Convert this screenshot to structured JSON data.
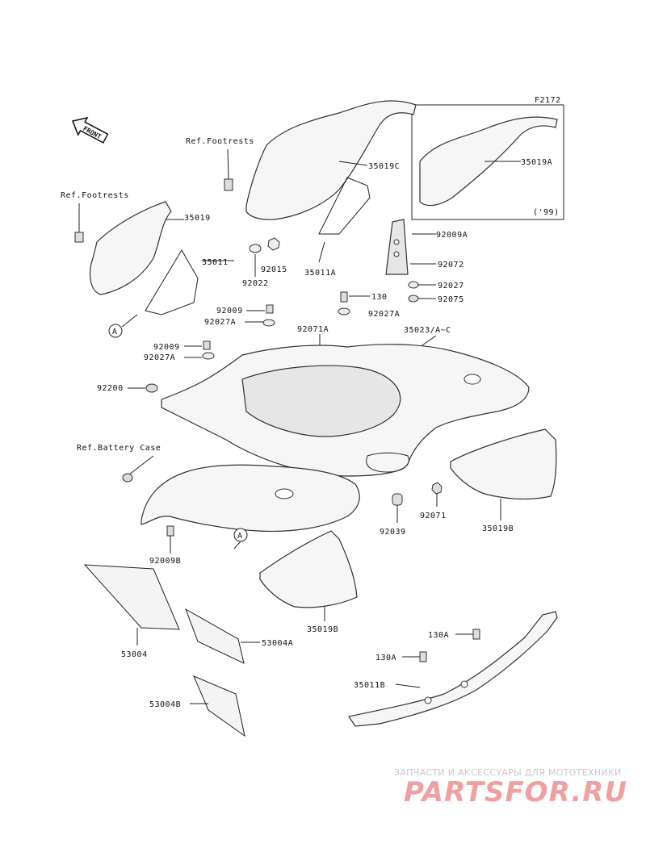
{
  "diagram": {
    "figure_code": "F2172",
    "inset_note": "('99)",
    "front_arrow": "FRONT",
    "callout_a": "A",
    "refs": {
      "footrests_top": "Ref.Footrests",
      "footrests_left": "Ref.Footrests",
      "battery_case": "Ref.Battery Case"
    },
    "parts": {
      "p35019C": "35019C",
      "p35019A": "35019A",
      "p35019": "35019",
      "p35011": "35011",
      "p92015": "92015",
      "p92022": "92022",
      "p35011A": "35011A",
      "p92009A": "92009A",
      "p92072": "92072",
      "p92027": "92027",
      "p92075": "92075",
      "p130": "130",
      "p92027A_top": "92027A",
      "p92009_a": "92009",
      "p92027A_a": "92027A",
      "p92071A": "92071A",
      "p35023": "35023/A~C",
      "p92009_b": "92009",
      "p92027A_b": "92027A",
      "p92200": "92200",
      "p92071": "92071",
      "p92039": "92039",
      "p35019B_r": "35019B",
      "p92009B": "92009B",
      "p35019B_b": "35019B",
      "p53004": "53004",
      "p53004A": "53004A",
      "p53004B": "53004B",
      "p130A_a": "130A",
      "p130A_b": "130A",
      "p35011B": "35011B"
    }
  },
  "watermark": {
    "tagline": "ЗАПЧАСТИ И АКСЕССУАРЫ ДЛЯ МОТОТЕХНИКИ",
    "brand": "PARTSFOR.RU"
  }
}
